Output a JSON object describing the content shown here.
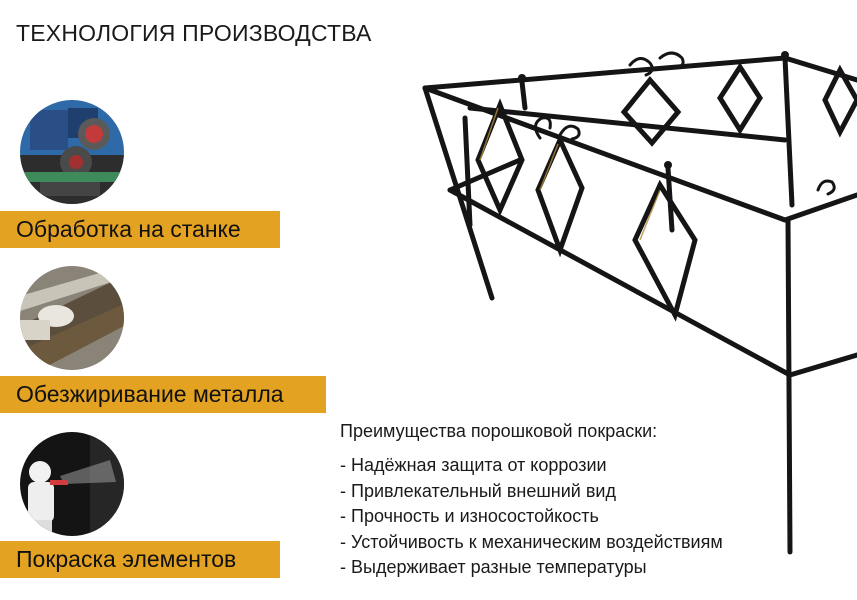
{
  "page": {
    "title": "ТЕХНОЛОГИЯ ПРОИЗВОДСТВА"
  },
  "steps": [
    {
      "label": "Обработка на станке",
      "image": "machine-tool-photo"
    },
    {
      "label": "Обезжиривание металла",
      "image": "degreasing-photo"
    },
    {
      "label": "Покраска элементов",
      "image": "spray-painting-photo"
    }
  ],
  "benefits": {
    "title": "Преимущества порошковой покраски:",
    "items": [
      "Надёжная защита от коррозии",
      "Привлекательный внешний вид",
      "Прочность и износостойкость",
      "Устойчивость к механическим воздействиям",
      "Выдерживает разные температуры"
    ]
  },
  "colors": {
    "label_background": "#e3a221",
    "fence": "#151515",
    "fence_highlight": "#b08a3a"
  },
  "product_image": "grave-fence-photo"
}
